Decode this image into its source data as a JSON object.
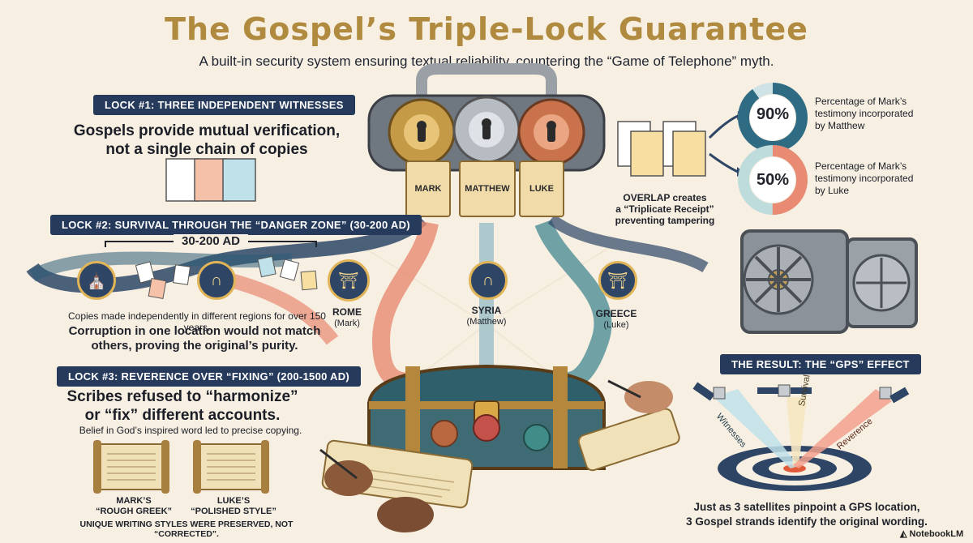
{
  "title": "The Gospel’s Triple-Lock Guarantee",
  "subtitle": "A built-in security system ensuring textual reliability, countering the “Game of Telephone” myth.",
  "lock1": {
    "label": "LOCK #1: THREE INDEPENDENT WITNESSES",
    "heading_line1": "Gospels provide mutual verification,",
    "heading_line2": "not a single chain of copies"
  },
  "lock2": {
    "label": "LOCK #2: SURVIVAL THROUGH THE “DANGER ZONE” (30-200 AD)",
    "range": "30-200 AD",
    "note": "Copies made independently in different regions for over 150 years.",
    "heading_line1": "Corruption in one location would not match",
    "heading_line2": "others, proving the original’s purity."
  },
  "lock3": {
    "label": "LOCK #3: REVERENCE OVER “FIXING” (200-1500 AD)",
    "heading_line1": "Scribes refused to “harmonize”",
    "heading_line2": "or “fix” different accounts.",
    "note": "Belief in God’s inspired word led to precise copying.",
    "styles": [
      {
        "line1": "MARK’S",
        "line2": "“ROUGH GREEK”"
      },
      {
        "line1": "LUKE’S",
        "line2": "“POLISHED STYLE”"
      }
    ],
    "footer": "UNIQUE WRITING STYLES WERE PRESERVED, NOT “CORRECTED”."
  },
  "scrolls": [
    "MARK",
    "MATTHEW",
    "LUKE"
  ],
  "cities": [
    {
      "name": "ROME",
      "gospel": "(Mark)"
    },
    {
      "name": "SYRIA",
      "gospel": "(Matthew)"
    },
    {
      "name": "GREECE",
      "gospel": "(Luke)"
    }
  ],
  "overlap": {
    "line1": "OVERLAP creates",
    "line2": "a “Triplicate Receipt”",
    "line3": "preventing tampering"
  },
  "stats": [
    {
      "value": "90%",
      "fraction": 0.9,
      "color": "#2f6b82",
      "desc1": "Percentage of Mark’s",
      "desc2": "testimony incorporated",
      "desc3": "by Matthew"
    },
    {
      "value": "50%",
      "fraction": 0.5,
      "color": "#e98a72",
      "desc1": "Percentage of Mark’s",
      "desc2": "testimony incorporated",
      "desc3": "by Luke"
    }
  ],
  "result": {
    "label": "THE RESULT: THE “GPS” EFFECT",
    "beams": [
      "Witnesses",
      "Survival",
      "Reverence"
    ],
    "line1": "Just as 3 satellites pinpoint a GPS location,",
    "line2": "3 Gospel strands identify the original wording."
  },
  "brand": "NotebookLM",
  "colors": {
    "navy": "#263a5c",
    "gold": "#b08a3e",
    "coral": "#e98a72",
    "teal": "#5fa6a6",
    "blue": "#2f6b82",
    "background": "#f6efe2"
  }
}
